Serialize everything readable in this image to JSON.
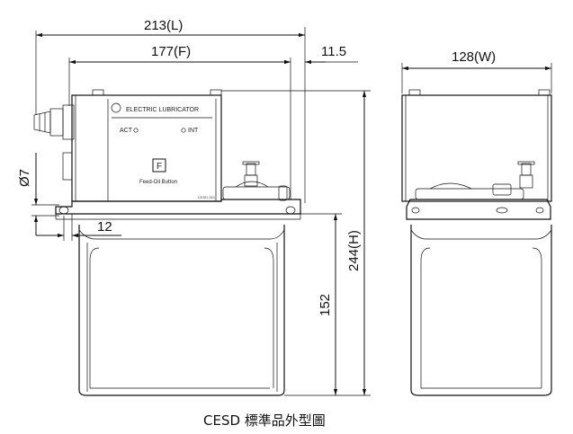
{
  "caption": "CESD 標準品外型圖",
  "device": {
    "brand_label": "ELECTRIC LUBRICATOR",
    "act_label": "ACT",
    "int_label": "INT",
    "button_letter": "F",
    "button_label": "Feed-Oil Button",
    "plate_code": "CESD-001"
  },
  "dimensions": {
    "overall_length": "213(L)",
    "feed_length": "177(F)",
    "offset": "11.5",
    "width": "128(W)",
    "hole_diameter": "Ø7",
    "hole_offset": "12",
    "height": "244(H)",
    "tank_height": "152"
  }
}
